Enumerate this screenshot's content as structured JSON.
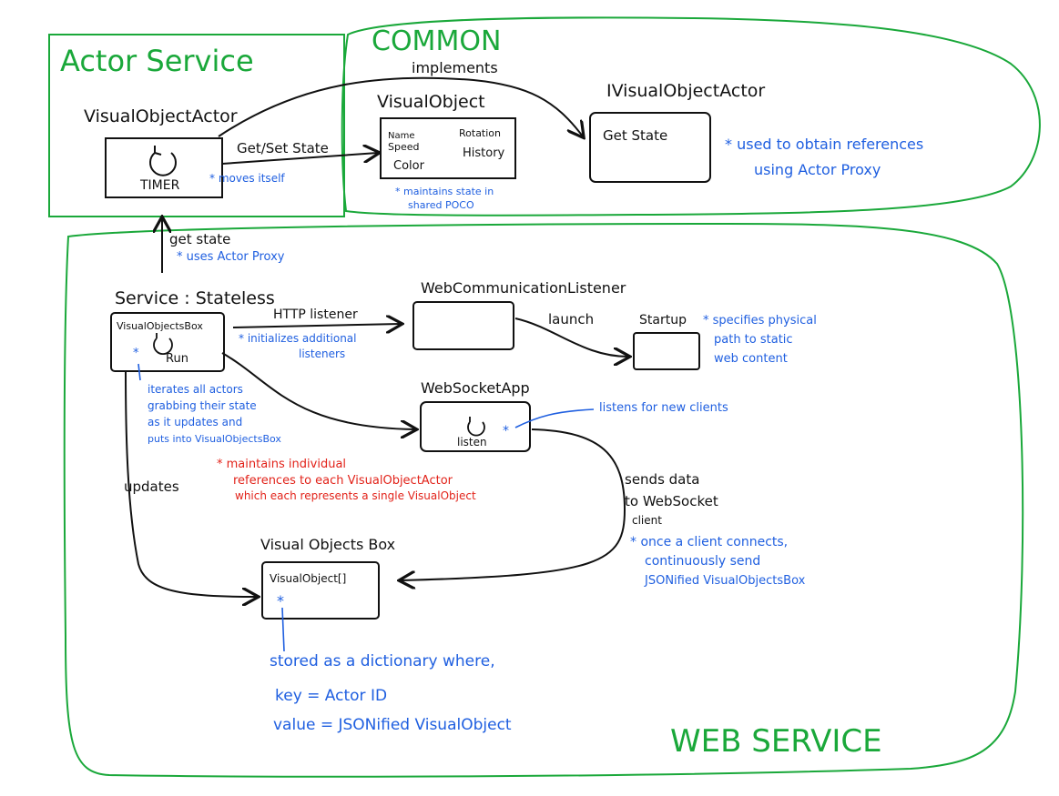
{
  "colors": {
    "ink": "#111111",
    "zone": "#1aa83a",
    "note": "#1f5fe0",
    "alert": "#e2231a"
  },
  "zones": {
    "actor_service": "Actor Service",
    "common": "COMMON",
    "web_service": "WEB SERVICE"
  },
  "actor": {
    "title": "VisualObjectActor",
    "timer": "TIMER",
    "note": "* moves itself",
    "get_set_state": "Get/Set State"
  },
  "visual_object": {
    "title": "VisualObject",
    "fields": [
      "Name",
      "Speed",
      "Color",
      "Rotation",
      "History"
    ],
    "note_line1": "* maintains state in",
    "note_line2": "shared POCO"
  },
  "interface": {
    "title": "IVisualObjectActor",
    "implements": "implements",
    "get_state": "Get State",
    "note_line1": "* used to obtain references",
    "note_line2": "using Actor Proxy"
  },
  "service": {
    "get_state": "get state",
    "get_state_note": "* uses Actor Proxy",
    "title": "Service : Stateless",
    "box_title": "VisualObjectsBox",
    "run": "Run",
    "iterate_note": [
      "iterates all actors",
      "grabbing their state",
      "as it updates and",
      "puts into VisualObjectsBox"
    ],
    "red_note": [
      "* maintains individual",
      "references to each VisualObjectActor",
      "which each represents a single VisualObject"
    ],
    "updates": "updates"
  },
  "listener": {
    "title": "WebCommunicationListener",
    "http": "HTTP listener",
    "http_note_line1": "* initializes additional",
    "http_note_line2": "listeners",
    "launch": "launch"
  },
  "startup": {
    "title": "Startup",
    "note": [
      "* specifies physical",
      "path to static",
      "web content"
    ]
  },
  "websocket": {
    "title": "WebSocketApp",
    "listen": "listen",
    "listen_note": "listens for new clients",
    "sends": [
      "sends data",
      "to WebSocket",
      "client"
    ],
    "sends_note": [
      "* once a client connects,",
      "continuously send",
      "JSONified VisualObjectsBox"
    ]
  },
  "box": {
    "title": "Visual Objects Box",
    "array": "VisualObject[]",
    "note": [
      "stored as a dictionary where,",
      "key = Actor ID",
      "value = JSONified VisualObject"
    ]
  }
}
